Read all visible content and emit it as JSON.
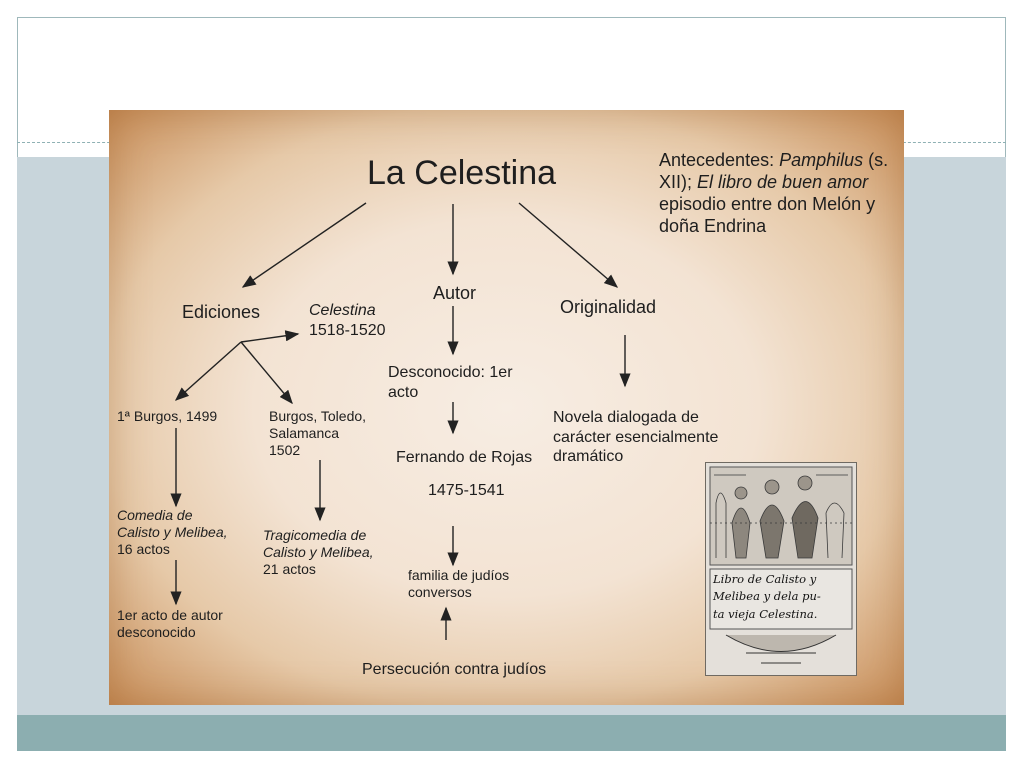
{
  "title": "La Celestina",
  "antecedentes": {
    "label": "Antecedentes: ",
    "work1": "Pamphilus",
    "mid": " (s. XII); ",
    "work2": "El libro de buen amor",
    "rest": " episodio entre don Melón y doña Endrina"
  },
  "ediciones": "Ediciones",
  "celestina_edition": {
    "name": "Celestina",
    "years": "1518-1520"
  },
  "autor": "Autor",
  "originalidad": "Originalidad",
  "burgos": "1ª Burgos, 1499",
  "burgos_toledo": "Burgos, Toledo,\nSalamanca\n1502",
  "desconocido": "Desconocido: 1er\nacto",
  "novela": "Novela dialogada de\ncarácter esencialmente\ndramático",
  "fernando": "Fernando de Rojas",
  "years_rojas": "1475-1541",
  "comedia": {
    "title": "Comedia de\nCalisto y Melibea,",
    "acts": "16 actos"
  },
  "tragicomedia": {
    "title": "Tragicomedia de\nCalisto y Melibea,",
    "acts": "21 actos"
  },
  "familia": "familia de judíos\nconversos",
  "primer_acto": "1er acto de autor\ndesconocido",
  "persecucion": "Persecución contra judíos",
  "woodcut": {
    "caption": "Libro de Calisto y\nMelibea y dela pu-\nta vieja Celestina."
  }
}
